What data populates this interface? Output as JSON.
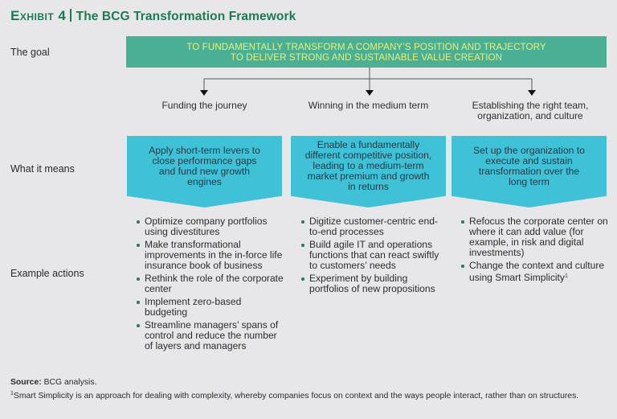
{
  "title": {
    "exhibit": "Exhibit 4",
    "text": "The BCG Transformation Framework"
  },
  "row_labels": {
    "goal": "The goal",
    "means": "What it means",
    "actions": "Example actions"
  },
  "goal": {
    "line1": "TO FUNDAMENTALLY TRANSFORM A COMPANY’S POSITION AND TRAJECTORY",
    "line2": "TO DELIVER STRONG AND SUSTAINABLE VALUE CREATION"
  },
  "colors": {
    "title_green": "#1e7a52",
    "goal_fill": "#4aaf94",
    "goal_text": "#e6f27a",
    "chevron_fill": "#3fc1d7",
    "background": "#e7e7e9"
  },
  "pillars": [
    {
      "title": "Funding the journey",
      "means": "Apply short-term levers to close performance gaps and fund new growth engines",
      "actions": [
        "Optimize company portfolios using divestitures",
        "Make transformational improvements in the in-force life insurance book of business",
        "Rethink the role of the corporate center",
        "Implement zero-based budgeting",
        "Streamline managers’ spans of control and reduce the number of layers and managers"
      ]
    },
    {
      "title": "Winning in the medium term",
      "means": "Enable a fundamentally different competitive position, leading to a medium-term market premium and growth in returns",
      "actions": [
        "Digitize customer-centric end-to-end processes",
        "Build agile IT and operations functions that can react swiftly to customers’ needs",
        "Experiment by building portfolios of new propositions"
      ]
    },
    {
      "title": "Establishing the right team, organization, and culture",
      "means": "Set up the organization to execute and sustain transformation over the long term",
      "actions": [
        "Refocus the corporate center on where it can add value (for example, in risk and digital investments)",
        "Change the context and culture using Smart Simplicity"
      ],
      "footnote_marker": "1"
    }
  ],
  "footer": {
    "source_label": "Source:",
    "source_text": " BCG analysis.",
    "footnote_marker": "1",
    "footnote_text": "Smart Simplicity is an approach for dealing with complexity, whereby companies focus on context and the ways people interact, rather than on structures."
  }
}
